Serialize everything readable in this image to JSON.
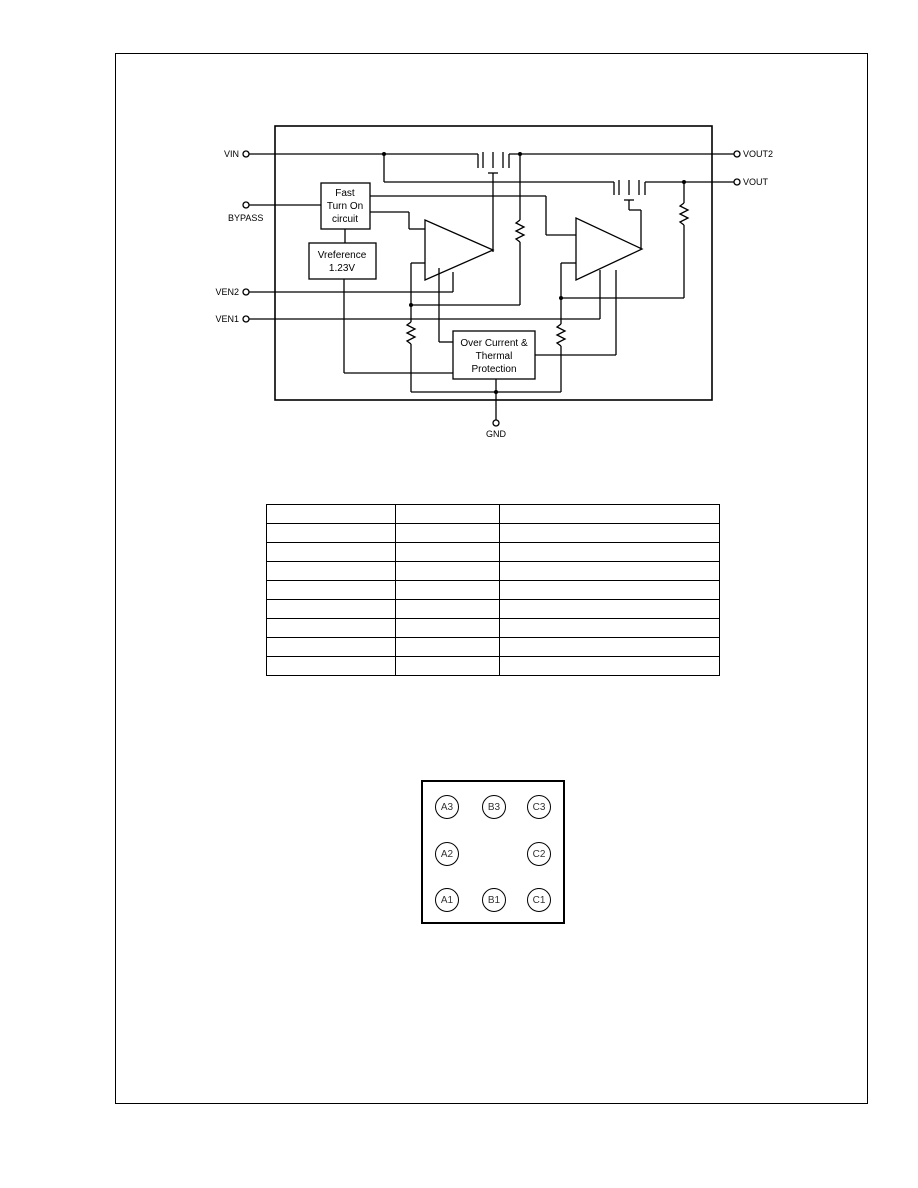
{
  "block_diagram": {
    "pins": {
      "vin": "VIN",
      "vout2": "VOUT2",
      "vout": "VOUT",
      "bypass": "BYPASS",
      "ven2": "VEN2",
      "ven1": "VEN1",
      "gnd": "GND"
    },
    "blocks": {
      "fast_turn_on": [
        "Fast",
        "Turn On",
        "circuit"
      ],
      "vreference": [
        "Vreference",
        "1.23V"
      ],
      "protection": [
        "Over Current &",
        "Thermal",
        "Protection"
      ]
    }
  },
  "pin_table": {
    "rows": [
      [
        "",
        "",
        ""
      ],
      [
        "",
        "",
        ""
      ],
      [
        "",
        "",
        ""
      ],
      [
        "",
        "",
        ""
      ],
      [
        "",
        "",
        ""
      ],
      [
        "",
        "",
        ""
      ],
      [
        "",
        "",
        ""
      ],
      [
        "",
        "",
        ""
      ],
      [
        "",
        "",
        ""
      ]
    ]
  },
  "bump_map": {
    "bumps": [
      "A3",
      "B3",
      "C3",
      "A2",
      "C2",
      "A1",
      "B1",
      "C1"
    ]
  }
}
